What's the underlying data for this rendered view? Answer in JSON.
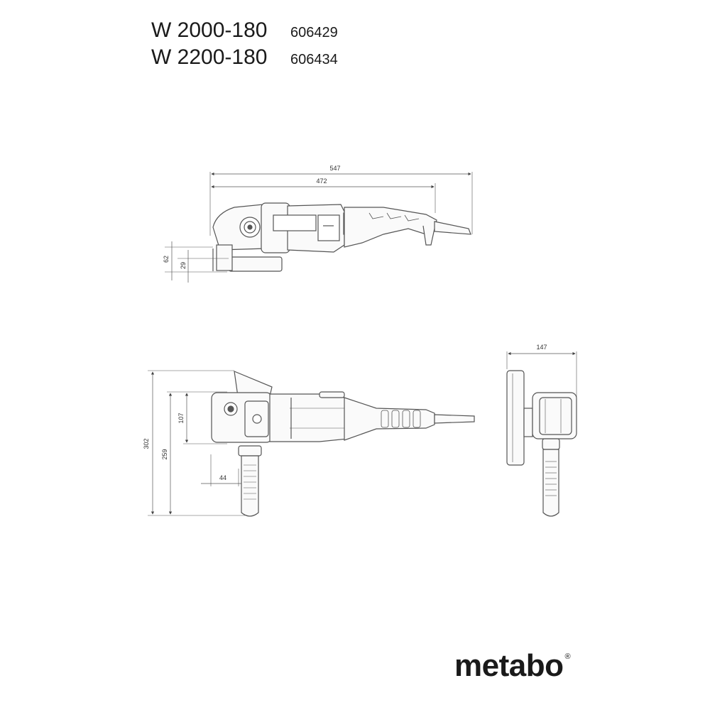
{
  "header": {
    "rows": [
      {
        "model": "W 2000-180",
        "article": "606429"
      },
      {
        "model": "W 2200-180",
        "article": "606434"
      }
    ]
  },
  "dimensions": {
    "length_total": "547",
    "length_body": "472",
    "height_62": "62",
    "height_29": "29",
    "width_147": "147",
    "width_302": "302",
    "width_259": "259",
    "width_107": "107",
    "offset_44": "44"
  },
  "brand": {
    "name": "metabo",
    "registered": "®"
  }
}
